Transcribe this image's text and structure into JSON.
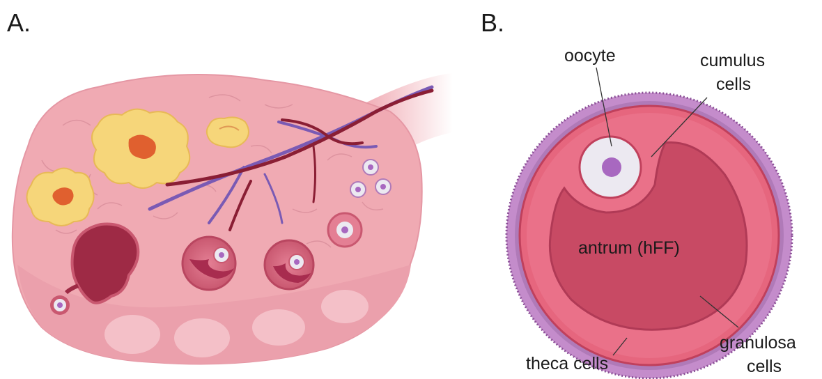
{
  "panel_a": {
    "label": "A."
  },
  "panel_b": {
    "label": "B.",
    "labels": {
      "oocyte": "oocyte",
      "cumulus_line1": "cumulus",
      "cumulus_line2": "cells",
      "antrum": "antrum (hFF)",
      "granulosa_line1": "granulosa",
      "granulosa_line2": "cells",
      "theca": "theca cells"
    }
  },
  "colors": {
    "ovary_fill": "#f0aab3",
    "ovary_dark": "#dd8b98",
    "corpus_yellow": "#f6d67a",
    "corpus_center": "#e0602f",
    "follicle_wall": "#c95870",
    "antrum_dark": "#a82c4f",
    "theca": "#b07ab8",
    "granulosa": "#e6667e",
    "antrum": "#c84a64",
    "oocyte_membrane": "#ece9f1",
    "oocyte_nucleus": "#a868c0",
    "vessel_red": "#8a1e34",
    "vessel_purple": "#7a5ab4"
  }
}
